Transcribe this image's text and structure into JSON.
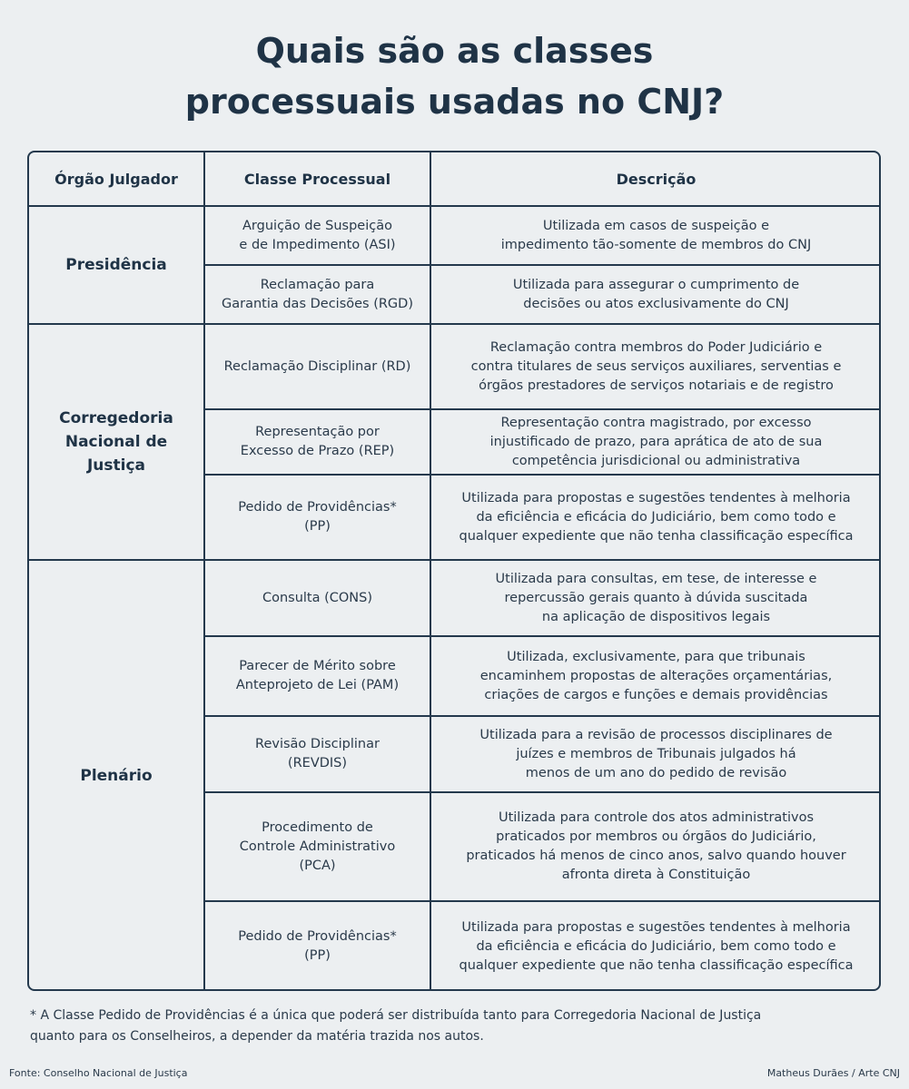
{
  "title": {
    "line1": "Quais são as classes",
    "line2": "processuais usadas no CNJ?"
  },
  "table": {
    "headers": {
      "organ": "Órgão Julgador",
      "class": "Classe Processual",
      "description": "Descrição"
    },
    "groups": [
      {
        "name": "Presidência"
      },
      {
        "name": "Corregedoria\nNacional de\nJustiça"
      },
      {
        "name": "Plenário"
      }
    ],
    "rows": [
      {
        "class": "Arguição de Suspeição\ne de Impedimento (ASI)",
        "description": "Utilizada em casos de suspeição e\nimpedimento tão-somente de membros do CNJ"
      },
      {
        "class": "Reclamação para\nGarantia das Decisões (RGD)",
        "description": "Utilizada para assegurar o cumprimento de\ndecisões ou atos exclusivamente do CNJ"
      },
      {
        "class": "Reclamação Disciplinar (RD)",
        "description": "Reclamação contra membros do Poder Judiciário e\ncontra titulares de seus serviços auxiliares, serventias e\nórgãos prestadores de serviços notariais e de registro"
      },
      {
        "class": "Representação por\nExcesso de Prazo (REP)",
        "description": "Representação contra magistrado, por excesso\ninjustificado de prazo, para aprática de ato de sua\ncompetência jurisdicional ou administrativa"
      },
      {
        "class": "Pedido de Providências*\n(PP)",
        "description": "Utilizada para propostas e sugestões tendentes à melhoria\nda eficiência e eficácia do Judiciário, bem como todo e\nqualquer expediente que não tenha classificação específica"
      },
      {
        "class": "Consulta (CONS)",
        "description": "Utilizada para consultas, em tese, de interesse e\nrepercussão gerais quanto à dúvida suscitada\nna aplicação de dispositivos legais"
      },
      {
        "class": "Parecer de Mérito sobre\nAnteprojeto de Lei (PAM)",
        "description": "Utilizada, exclusivamente, para que tribunais\nencaminhem propostas de alterações orçamentárias,\ncriações de cargos e funções e demais providências"
      },
      {
        "class": "Revisão Disciplinar\n(REVDIS)",
        "description": "Utilizada para a revisão de processos disciplinares de\njuízes e membros de Tribunais julgados há\nmenos de um ano do pedido de revisão"
      },
      {
        "class": "Procedimento de\nControle Administrativo\n(PCA)",
        "description": "Utilizada para controle dos atos administrativos\npraticados por membros ou órgãos do Judiciário,\npraticados há menos de cinco anos, salvo quando houver\nafronta direta à Constituição"
      },
      {
        "class": "Pedido de Providências*\n(PP)",
        "description": "Utilizada para propostas e sugestões tendentes à melhoria\nda eficiência e eficácia do Judiciário, bem como todo e\nqualquer expediente que não tenha classificação específica"
      }
    ]
  },
  "footnote": "* A Classe Pedido de Providências é a única que poderá ser distribuída tanto para Corregedoria Nacional de Justiça\nquanto para os Conselheiros, a depender da matéria trazida nos autos.",
  "source": "Fonte: Conselho Nacional de Justiça",
  "credit": "Matheus Durães / Arte CNJ",
  "colors": {
    "border": "#24394d",
    "background": "#eceff1",
    "title": "#1f3346"
  }
}
